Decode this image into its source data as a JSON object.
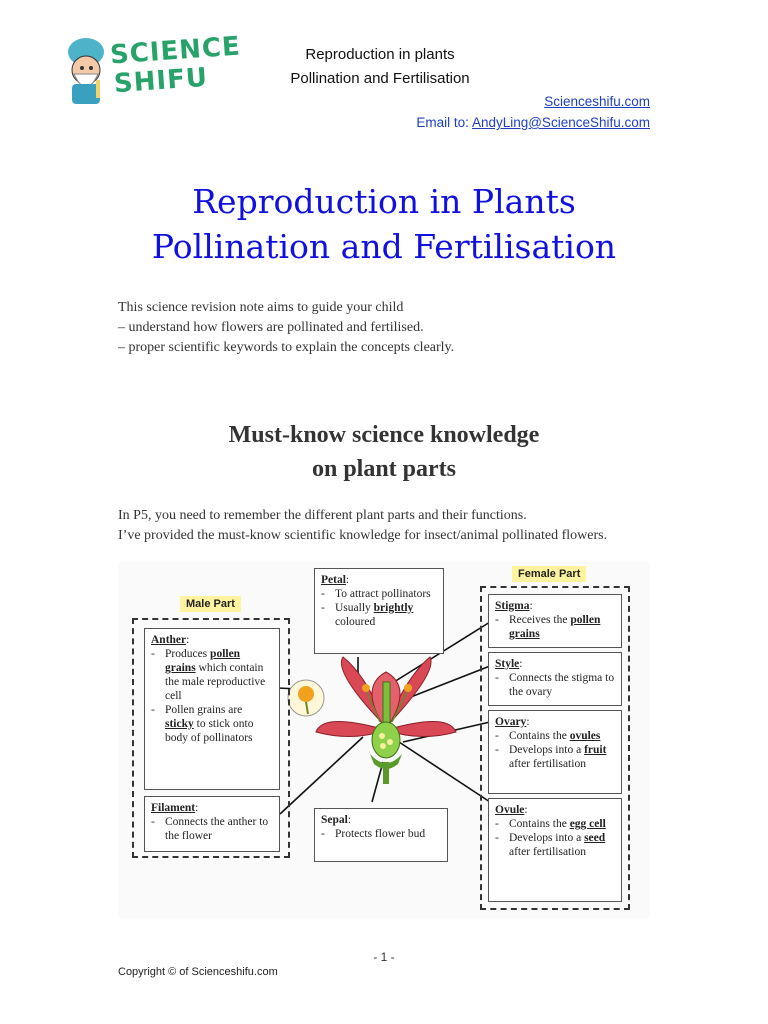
{
  "header": {
    "logo_text_1": "SCIENCE",
    "logo_text_2": "SHIFU",
    "doc_title_1": "Reproduction in plants",
    "doc_title_2": "Pollination and Fertilisation",
    "site_link": "Scienceshifu.com",
    "email_prefix": "Email to: ",
    "email_link": "AndyLing@ScienceShifu.com"
  },
  "main": {
    "title_1": "Reproduction in Plants",
    "title_2": "Pollination and Fertilisation",
    "intro": [
      "This science revision note aims to guide your child",
      "– understand how flowers are pollinated and fertilised.",
      "– proper scientific keywords to explain the concepts clearly."
    ],
    "heading_1": "Must-know science knowledge",
    "heading_2": "on plant parts",
    "body_1": "In P5, you need to remember the different plant parts and their functions.",
    "body_2": "I’ve provided the must-know scientific knowledge for insect/animal pollinated flowers."
  },
  "diagram": {
    "male_tag": "Male Part",
    "female_tag": "Female Part",
    "anther": {
      "title": "Anther",
      "i1a": "Produces ",
      "i1b": "pollen grains",
      "i1c": " which contain the male reproductive cell",
      "i2a": "Pollen grains are ",
      "i2b": "sticky",
      "i2c": " to stick onto body of pollinators"
    },
    "filament": {
      "title": "Filament",
      "i1": "Connects the anther to the flower"
    },
    "petal": {
      "title": "Petal",
      "i1": "To attract pollinators",
      "i2a": "Usually ",
      "i2b": "brightly",
      "i2c": " coloured"
    },
    "sepal": {
      "title": "Sepal",
      "i1": "Protects flower bud"
    },
    "stigma": {
      "title": "Stigma",
      "i1a": "Receives the ",
      "i1b": "pollen grains"
    },
    "style": {
      "title": "Style",
      "i1": "Connects the stigma to the ovary"
    },
    "ovary": {
      "title": "Ovary",
      "i1a": "Contains the ",
      "i1b": "ovules",
      "i2a": "Develops into a ",
      "i2b": "fruit",
      "i2c": " after fertilisation"
    },
    "ovule": {
      "title": "Ovule",
      "i1a": "Contains the ",
      "i1b": "egg cell",
      "i2a": "Develops into a ",
      "i2b": "seed",
      "i2c": " after fertilisation"
    },
    "colon": ":",
    "dash": "-"
  },
  "footer": {
    "page": "- 1 -",
    "copyright": "Copyright © of Scienceshifu.com"
  }
}
